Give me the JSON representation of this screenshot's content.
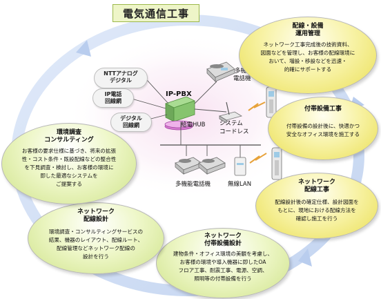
{
  "title": "電気通信工事",
  "network": {
    "clouds": {
      "ntt": [
        "NTTアナログ",
        "デジタル"
      ],
      "ip": [
        "IP電話",
        "回線網"
      ],
      "digital": [
        "デジタル",
        "回線網"
      ]
    },
    "labels": {
      "ipbx": "IP-PBX",
      "hub": "給電HUB",
      "phone_top": [
        "多機能",
        "電話機"
      ],
      "cordless": [
        "システム",
        "コードレス"
      ],
      "phones_bottom": "多機能電話機",
      "wlan": "無線LAN"
    }
  },
  "services": {
    "wiring_management": {
      "title": [
        "配線・設備",
        "運用管理"
      ],
      "body": [
        "ネットワーク工事完成後の技術資料、",
        "図面などを管理し、お客様の配線環境に",
        "おいて、増設・移設などを迅速・",
        "的確にサポートする"
      ]
    },
    "ancillary_work": {
      "title": [
        "付帯設備工事"
      ],
      "body": [
        "付帯設備の設計後に、快適かつ",
        "安全なオフィス環境を施工する"
      ]
    },
    "network_wiring_work": {
      "title": [
        "ネットワーク",
        "配線工事"
      ],
      "body": [
        "配線設計後の確定仕様、設計図面を",
        "もとに、現地における配線方法を",
        "確認し施工を行う"
      ]
    },
    "network_ancillary_design": {
      "title": [
        "ネットワーク",
        "付帯設備設計"
      ],
      "body": [
        "建物条件・オフィス環境の美観を考慮し、",
        "お客様の環境や導入機器に即したOA",
        "フロア工事、耐震工事、電源、空調、",
        "照明等の付帯設備を行う"
      ]
    },
    "network_wiring_design": {
      "title": [
        "ネットワーク",
        "配線設計"
      ],
      "body": [
        "環境調査・コンサルティングサービスの",
        "結果、機器のレイアウト、配線ルート、",
        "配線管理などネットワーク配線の",
        "設計を行う"
      ]
    },
    "environment_survey": {
      "title": [
        "環境調査",
        "コンサルティング"
      ],
      "body": [
        "お客様の要求仕様に基づき、将来の拡張",
        "性・コスト条件・既設配線などの整合性",
        "を下見調査・検討し、お客様の環境に",
        "即した最適なシステムを",
        "ご提案する"
      ]
    }
  },
  "colors": {
    "ring": "#c5d6f2",
    "yellow_node": "#f3ec8a",
    "green_node": "#e2f0b0",
    "device": "#7fbf6a"
  }
}
